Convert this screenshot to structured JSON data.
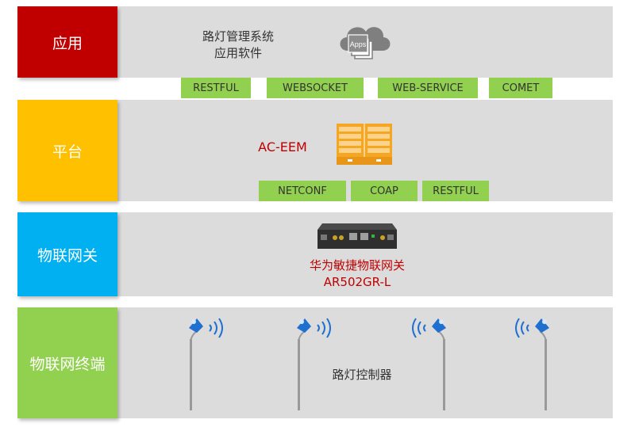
{
  "layers": [
    {
      "label": "应用",
      "color": "#c00000"
    },
    {
      "label": "平台",
      "color": "#ffc000"
    },
    {
      "label": "物联网关",
      "color": "#00b0f0"
    },
    {
      "label": "物联网终端",
      "color": "#92d050"
    }
  ],
  "app": {
    "software_line1": "路灯管理系统",
    "software_line2": "应用软件",
    "cloud_badge": "Apps",
    "interfaces": [
      "RESTFUL",
      "WEBSOCKET",
      "WEB-SERVICE",
      "COMET"
    ]
  },
  "platform": {
    "name": "AC-EEM",
    "interfaces": [
      "NETCONF",
      "COAP",
      "RESTFUL"
    ]
  },
  "gateway": {
    "name_line1": "华为敏捷物联网关",
    "name_line2": "AR502GR-L"
  },
  "terminal": {
    "label": "路灯控制器"
  },
  "colors": {
    "band": "#dcdcdc",
    "tag": "#92d050",
    "accent_red": "#c00000",
    "server_orange": "#f5a623",
    "lamp_blue": "#1e6fd0"
  }
}
